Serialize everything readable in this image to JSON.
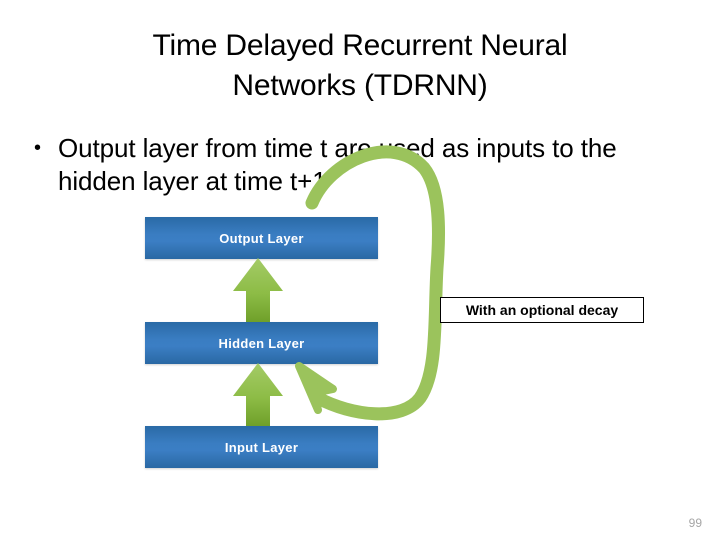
{
  "slide": {
    "title_lines": [
      "Time Delayed Recurrent Neural",
      "Networks (TDRNN)"
    ],
    "bullets": [
      {
        "marker": "•",
        "text": "Output layer from time t are used as inputs to the hidden layer at time t+1"
      }
    ],
    "layers": [
      {
        "id": "output",
        "label": "Output Layer"
      },
      {
        "id": "hidden",
        "label": "Hidden Layer"
      },
      {
        "id": "input",
        "label": "Input Layer"
      }
    ],
    "callout": {
      "text": "With an optional decay"
    },
    "arrows": [
      {
        "name": "input-to-hidden-arrow",
        "direction": "up",
        "color": "#8CB63C"
      },
      {
        "name": "hidden-to-output-arrow",
        "direction": "up",
        "color": "#8CB63C"
      },
      {
        "name": "feedback-loop-arrow",
        "direction": "curved-loop",
        "color": "#9BC35C"
      }
    ],
    "page_number": "99",
    "colors": {
      "background": "#FFFFFF",
      "box_blue_top": "#2A6AA6",
      "box_blue_mid": "#3B7EC4",
      "box_blue_bottom": "#2A68A3",
      "arrow_green_light": "#9BC35C",
      "arrow_green_dark": "#6FA02A",
      "text_black": "#000000",
      "page_number_gray": "#A6A6A6"
    }
  }
}
